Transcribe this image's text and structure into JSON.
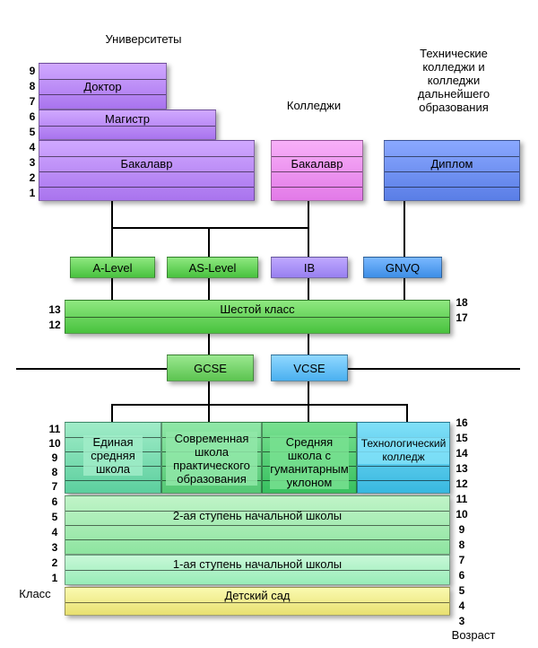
{
  "headings": {
    "universities": "Университеты",
    "colleges": "Колледжи",
    "technical": "Технические колледжи и колледжи дальнейшего образования"
  },
  "boxes": {
    "doctor": "Доктор",
    "master": "Магистр",
    "bachelor_uni": "Бакалавр",
    "bachelor_college": "Бакалавр",
    "diploma": "Диплом",
    "a_level": "A-Level",
    "as_level": "AS-Level",
    "ib": "IB",
    "gnvq": "GNVQ",
    "sixth_form": "Шестой класс",
    "gcse": "GCSE",
    "vcse": "VCSE",
    "comprehensive": "Единая средняя школа",
    "modern": "Современная школа практического образования",
    "grammar": "Средняя школа с гуманитарным уклоном",
    "technical_college": "Технологический колледж",
    "primary2": "2-ая ступень начальной школы",
    "primary1": "1-ая ступень начальной школы",
    "kindergarten": "Детский сад"
  },
  "left_axis": {
    "label": "Класс",
    "university_years": [
      "9",
      "8",
      "7",
      "6",
      "5",
      "4",
      "3",
      "2",
      "1"
    ],
    "grades": [
      "13",
      "12",
      "11",
      "10",
      "9",
      "8",
      "7",
      "6",
      "5",
      "4",
      "3",
      "2",
      "1"
    ]
  },
  "right_axis": {
    "label": "Возраст",
    "ages": [
      "18",
      "17",
      "16",
      "15",
      "14",
      "13",
      "12",
      "11",
      "10",
      "9",
      "8",
      "7",
      "6",
      "5",
      "4",
      "3"
    ]
  }
}
